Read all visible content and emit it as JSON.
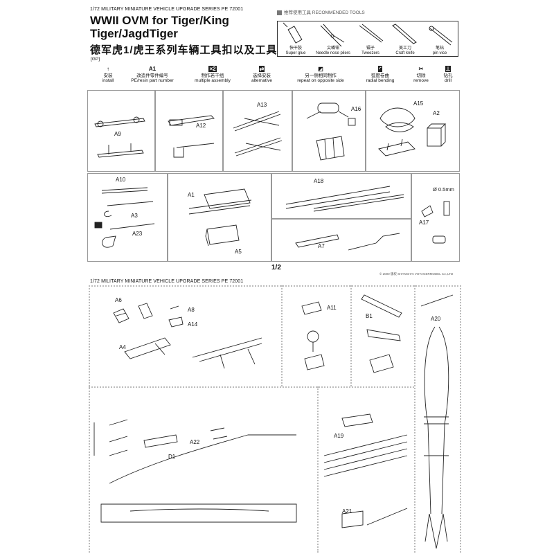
{
  "header": {
    "series": "1/72 MILITARY MINIATURE VEHICLE  UPGRADE SERIES PE 72001",
    "title_line1": "WWII OVM for Tiger/King",
    "title_line2": "Tiger/JagdTiger",
    "title_cn": "德军虎1/虎王系列车辆工具扣以及工具",
    "gp": "[GP]"
  },
  "tools": {
    "heading": "推荐使用工具 RECOMMENDED TOOLS",
    "items": [
      {
        "cn": "快干胶",
        "en": "Super glue"
      },
      {
        "cn": "尖嘴钳",
        "en": "Needle nose pliers"
      },
      {
        "cn": "镊子",
        "en": "Tweezers"
      },
      {
        "cn": "美工刀",
        "en": "Craft knife"
      },
      {
        "cn": "笔钻",
        "en": "pin vice"
      }
    ]
  },
  "legend": [
    {
      "symbol": "↑",
      "cn": "安装",
      "en": "install"
    },
    {
      "symbol": "A1",
      "cn": "改造件零件编号",
      "en": "PE/resin part number"
    },
    {
      "symbol": "×2",
      "cn": "制作若干组",
      "en": "multiple assembly"
    },
    {
      "symbol": "⇄",
      "cn": "选择安装",
      "en": "alternative"
    },
    {
      "symbol": "◩",
      "cn": "另一侧相同制作",
      "en": "repeat on opposite side"
    },
    {
      "symbol": "◜",
      "cn": "弧度卷曲",
      "en": "radial bending"
    },
    {
      "symbol": "✂",
      "cn": "切除",
      "en": "remove"
    },
    {
      "symbol": "⊥",
      "cn": "钻孔",
      "en": "drill"
    }
  ],
  "parts_top": {
    "a9": "A9",
    "a12": "A12",
    "a13": "A13",
    "a16": "A16",
    "a15": "A15",
    "a2": "A2",
    "a10": "A10",
    "a3": "A3",
    "a23": "A23",
    "a1": "A1",
    "a5": "A5",
    "a18": "A18",
    "a7": "A7",
    "a17": "A17",
    "dia": "Ø 0.5mm"
  },
  "page_mark": "1/2",
  "copyright": "© 2000 版权 SHANGHAI VOYAGERMODEL Co.,LTD",
  "sheet2": {
    "series": "1/72 MILITARY MINIATURE VEHICLE  UPGRADE SERIES PE 72001",
    "a6": "A6",
    "a8": "A8",
    "a14": "A14",
    "a4": "A4",
    "a11": "A11",
    "b1": "B1",
    "a20": "A20",
    "a22": "A22",
    "d1": "D1",
    "a19": "A19",
    "a21": "A21"
  },
  "colors": {
    "line": "#222222",
    "panel": "#999999",
    "fill": "#ffffff"
  }
}
